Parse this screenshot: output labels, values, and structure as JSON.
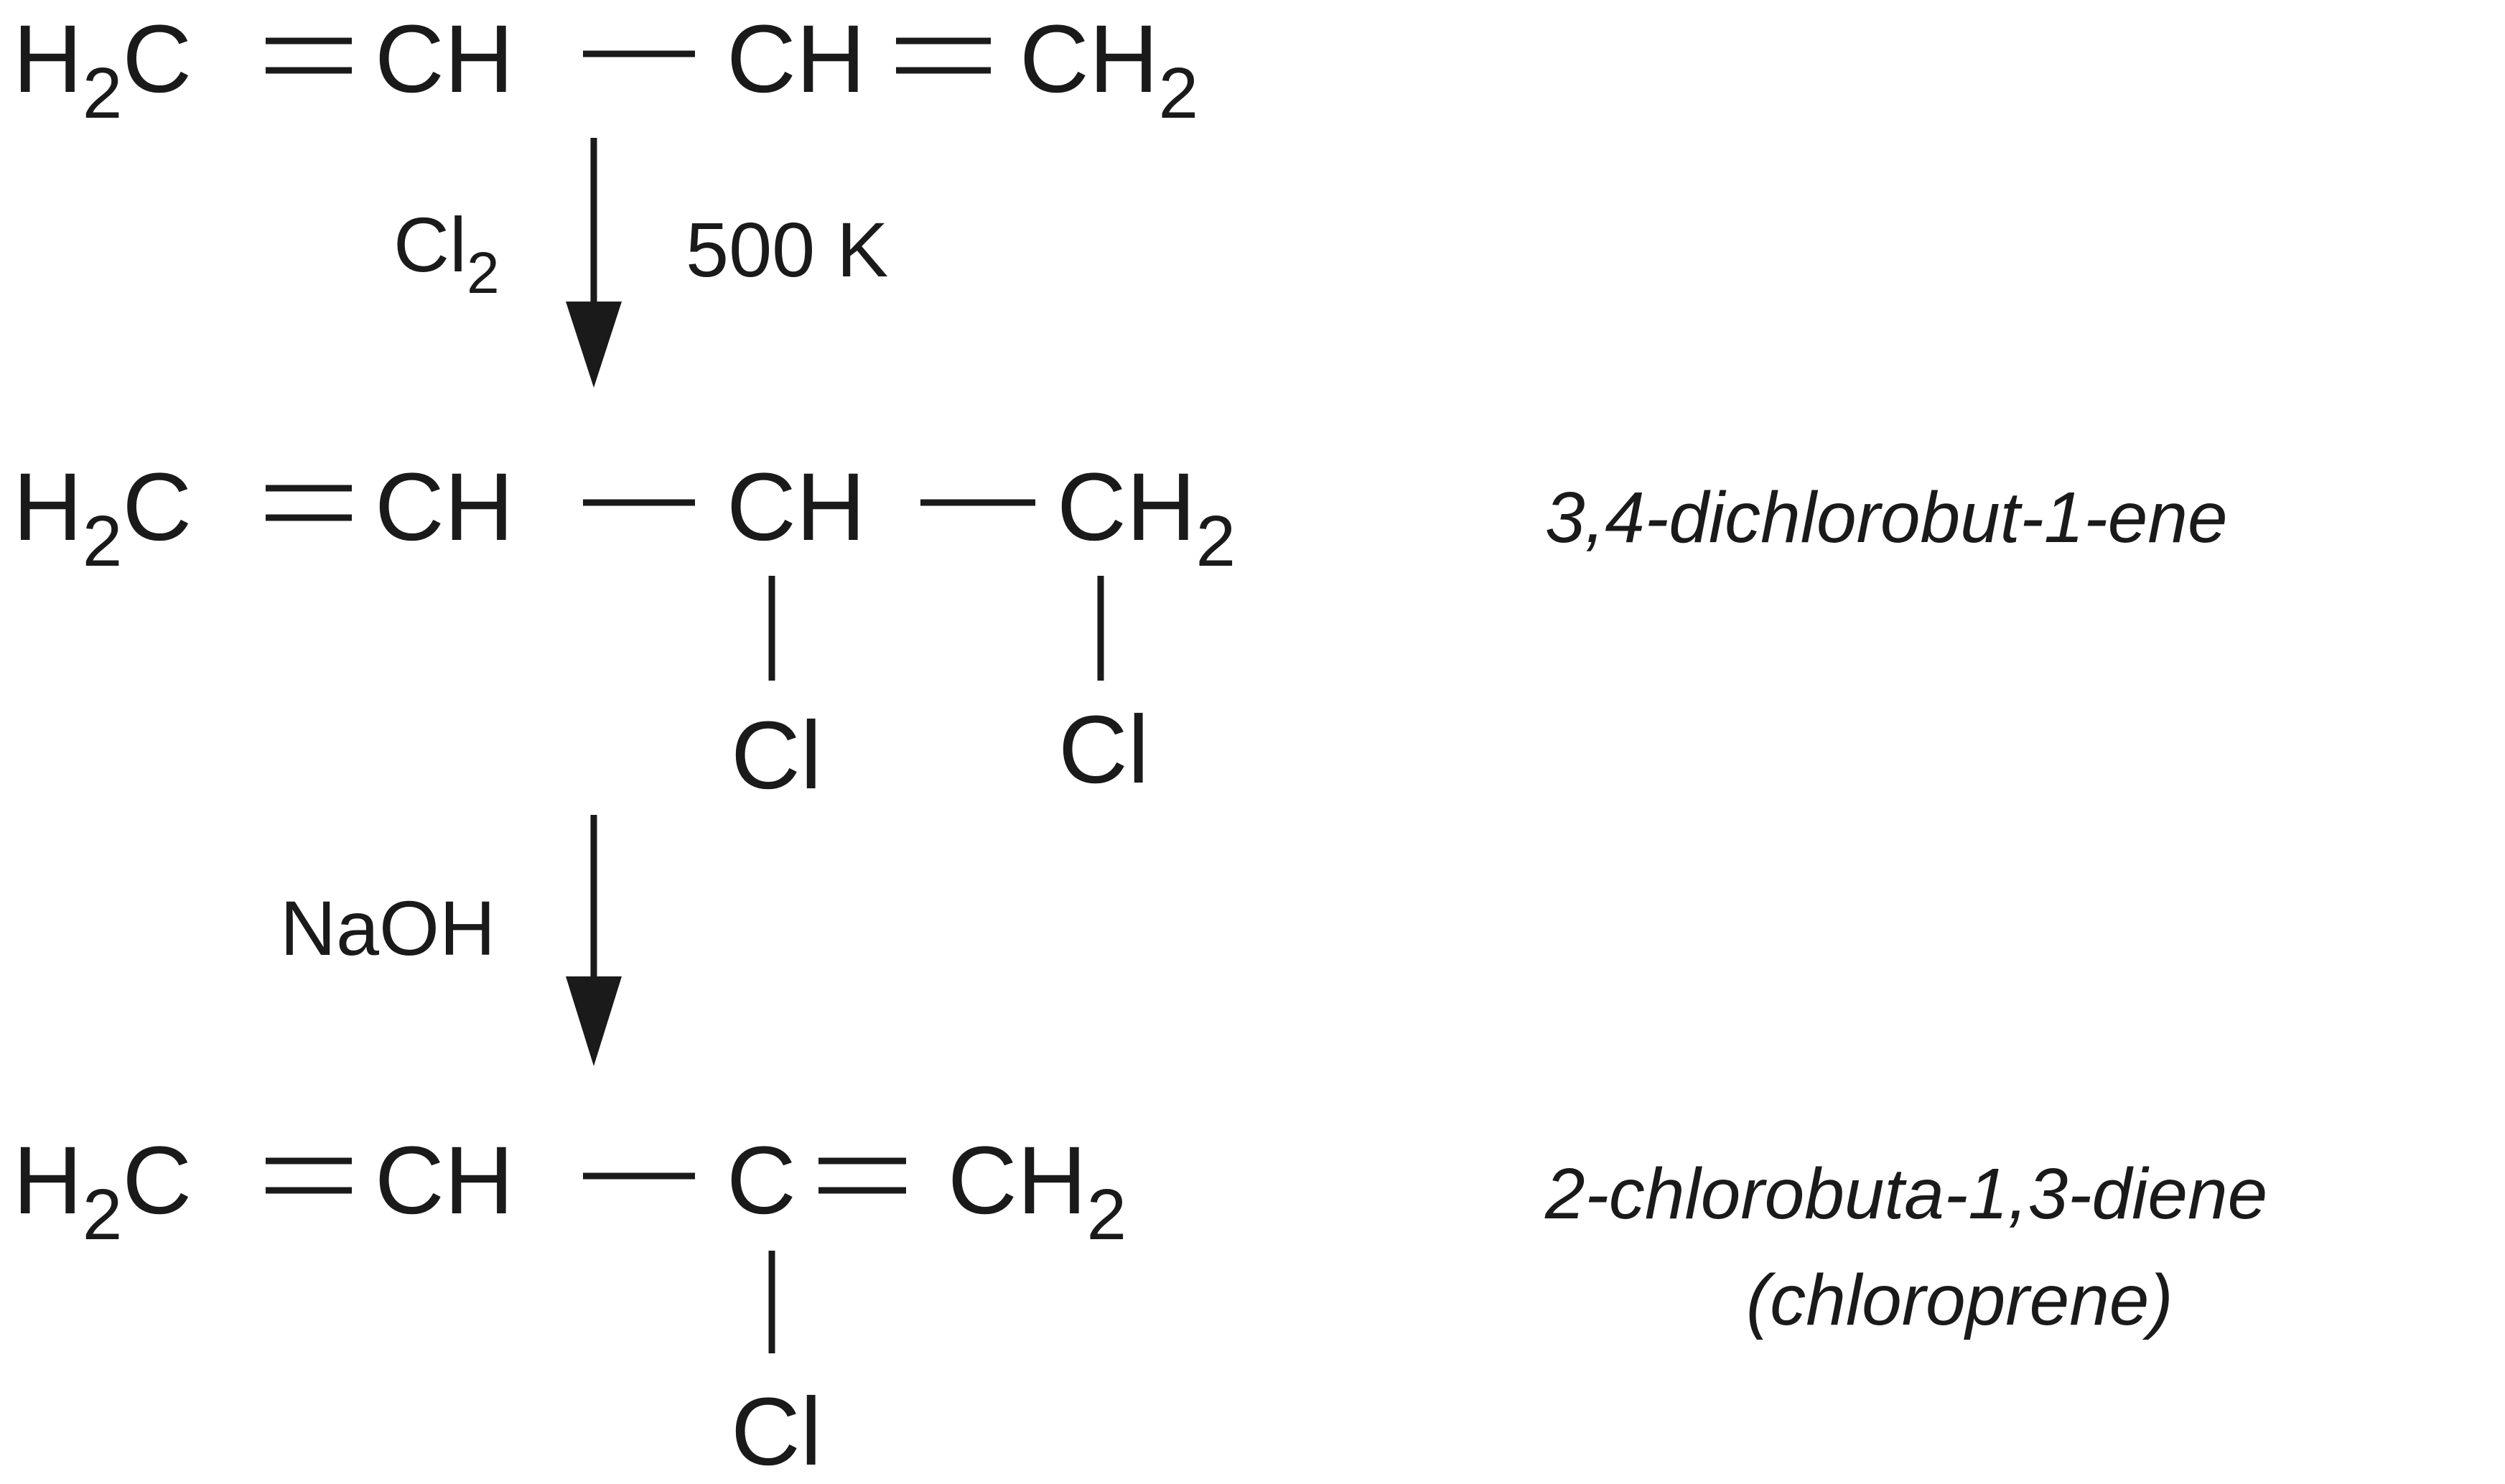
{
  "reactant": {
    "g1_main": "H",
    "g1_sub": "2",
    "g1_tail": "C",
    "g2": "CH",
    "g3": "CH",
    "g4_main": "CH",
    "g4_sub": "2"
  },
  "step1": {
    "reagent_main": "Cl",
    "reagent_sub": "2",
    "condition": "500 K"
  },
  "intermediate": {
    "g1_main": "H",
    "g1_sub": "2",
    "g1_tail": "C",
    "g2": "CH",
    "g3": "CH",
    "g4_main": "CH",
    "g4_sub": "2",
    "sub3": "Cl",
    "sub4": "Cl",
    "name": "3,4-dichlorobut-1-ene"
  },
  "step2": {
    "reagent": "NaOH"
  },
  "product": {
    "g1_main": "H",
    "g1_sub": "2",
    "g1_tail": "C",
    "g2": "CH",
    "g3": "C",
    "g4_main": "CH",
    "g4_sub": "2",
    "sub3": "Cl",
    "name": "2-chlorobuta-1,3-diene",
    "common_name": "(chloroprene)"
  }
}
